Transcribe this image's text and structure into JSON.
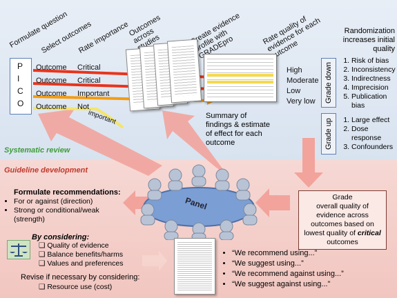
{
  "header_labels": {
    "formulate": "Formulate question",
    "select": "Select outcomes",
    "rate_importance": "Rate importance",
    "outcomes_across": "Outcomes across studies",
    "create_profile": "Create evidence profile with GRADEpro",
    "rate_quality": "Rate quality of evidence for each outcome"
  },
  "pico": [
    "P",
    "I",
    "C",
    "O"
  ],
  "outcomes": [
    {
      "name": "Outcome",
      "importance": "Critical"
    },
    {
      "name": "Outcome",
      "importance": "Critical"
    },
    {
      "name": "Outcome",
      "importance": "Important"
    },
    {
      "name": "Outcome",
      "importance": "Not",
      "importance_2": "important"
    }
  ],
  "quality_levels": [
    "High",
    "Moderate",
    "Low",
    "Very low"
  ],
  "summary_text": "Summary of findings & estimate of effect for each outcome",
  "randomization_text": "Randomization increases initial quality",
  "grade_down": {
    "label": "Grade down",
    "items": [
      "Risk of bias",
      "Inconsistency",
      "Indirectness",
      "Imprecision",
      "Publication bias"
    ]
  },
  "grade_up": {
    "label": "Grade up",
    "items": [
      "Large effect",
      "Dose response",
      "Confounders"
    ]
  },
  "systematic_review_label": "Systematic review",
  "guideline_label": "Guideline development",
  "grade_box": {
    "line1": "Grade",
    "line2": "overall quality of evidence across outcomes based on lowest quality of",
    "emph": "critical",
    "line3": "outcomes"
  },
  "panel_label": "Panel",
  "recommendations": {
    "title": "Formulate recommendations:",
    "bullets": [
      "For or against (direction)",
      "Strong or conditional/weak (strength)"
    ],
    "considering": "By considering:",
    "checks": [
      "Quality of evidence",
      "Balance benefits/harms",
      "Values and preferences"
    ],
    "revise": "Revise if necessary by considering:",
    "revise_checks": [
      "Resource use (cost)"
    ]
  },
  "statements": [
    "“We recommend using...”",
    "“We suggest using...”",
    "“We recommend against using...”",
    "“We suggest against using...”"
  ],
  "colors": {
    "red": "#e8341c",
    "orange": "#f39c12",
    "yellow": "#f4d21f",
    "arrow_pink": "#f2a39c",
    "green_label": "#3f9b3a",
    "red_label": "#c0392b"
  }
}
